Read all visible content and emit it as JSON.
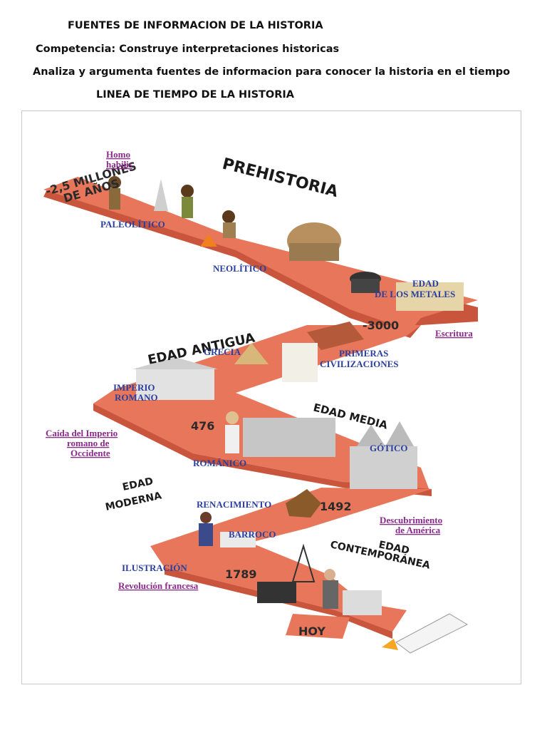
{
  "header": {
    "title": "FUENTES DE INFORMACION DE LA HISTORIA",
    "competencia": "Competencia: Construye interpretaciones historicas",
    "capacidad": "Analiza y argumenta fuentes de informacion para conocer la historia en el tiempo",
    "subtitle": "LINEA DE TIEMPO DE LA HISTORIA"
  },
  "timeline": {
    "eras": {
      "prehistoria": "PREHISTORIA",
      "edad_antigua": "EDAD ANTIGUA",
      "edad_media": "EDAD MEDIA",
      "edad_moderna_1": "EDAD",
      "edad_moderna_2": "MODERNA",
      "edad_contemporanea_1": "EDAD",
      "edad_contemporanea_2": "CONTEMPORÁNEA"
    },
    "periods": {
      "paleolitico": "PALEOLÍTICO",
      "neolitico": "NEOLÍTICO",
      "edad_metales_1": "EDAD",
      "edad_metales_2": "DE LOS METALES",
      "grecia": "GRECIA",
      "imperio_romano_1": "IMPERIO",
      "imperio_romano_2": "ROMANO",
      "primeras_civ_1": "PRIMERAS",
      "primeras_civ_2": "CIVILIZACIONES",
      "romanico": "ROMÁNICO",
      "gotico": "GÓTICO",
      "renacimiento": "RENACIMIENTO",
      "barroco": "BARROCO",
      "ilustracion": "ILUSTRACIÓN"
    },
    "events": {
      "homo_habilis_1": "Homo",
      "homo_habilis_2": "habilis",
      "escritura": "Escritura",
      "caida_1": "Caída del Imperio",
      "caida_2": "romano de",
      "caida_3": "Occidente",
      "descubrimiento_1": "Descubrimiento",
      "descubrimiento_2": "de América",
      "revolucion": "Revolución francesa"
    },
    "dates": {
      "millones_1": "-2,5 MILLONES",
      "millones_2": "DE AÑOS",
      "d3000": "-3000",
      "d476": "476",
      "d1492": "1492",
      "d1789": "1789",
      "hoy": "HOY"
    }
  },
  "colors": {
    "path": "#e8765a",
    "path_side": "#c9553c",
    "period_text": "#2a3f9e",
    "event_text": "#8a2a8a"
  }
}
